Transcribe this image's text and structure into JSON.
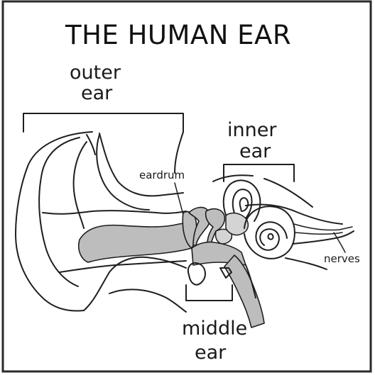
{
  "diagram": {
    "title": "THE HUMAN EAR",
    "labels": {
      "outer_ear_line1": "outer",
      "outer_ear_line2": "ear",
      "inner_ear_line1": "inner",
      "inner_ear_line2": "ear",
      "eardrum": "eardrum",
      "nerves": "nerves",
      "middle_ear_line1": "middle",
      "middle_ear_line2": "ear"
    }
  },
  "colors": {
    "ink": "#1e1e1e",
    "shading": "#bdbdbd",
    "background": "#ffffff"
  }
}
